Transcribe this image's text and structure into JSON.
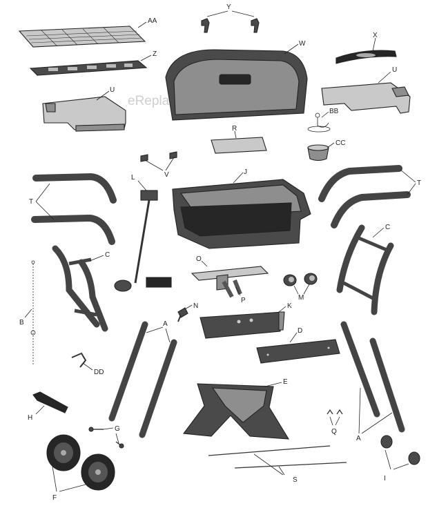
{
  "watermark": "eReplacementParts.com",
  "labels": {
    "AA": "AA",
    "Y": "Y",
    "X": "X",
    "W": "W",
    "Z": "Z",
    "U_left": "U",
    "U_right": "U",
    "BB": "BB",
    "CC": "CC",
    "R": "R",
    "V": "V",
    "L": "L",
    "J": "J",
    "T_left": "T",
    "T_right": "T",
    "C_left": "C",
    "C_right": "C",
    "O": "O",
    "P": "P",
    "M": "M",
    "B": "B",
    "N": "N",
    "K": "K",
    "A_left": "A",
    "A_right": "A",
    "D": "D",
    "DD": "DD",
    "E": "E",
    "H": "H",
    "G": "G",
    "Q": "Q",
    "S": "S",
    "F": "F",
    "I": "I"
  }
}
